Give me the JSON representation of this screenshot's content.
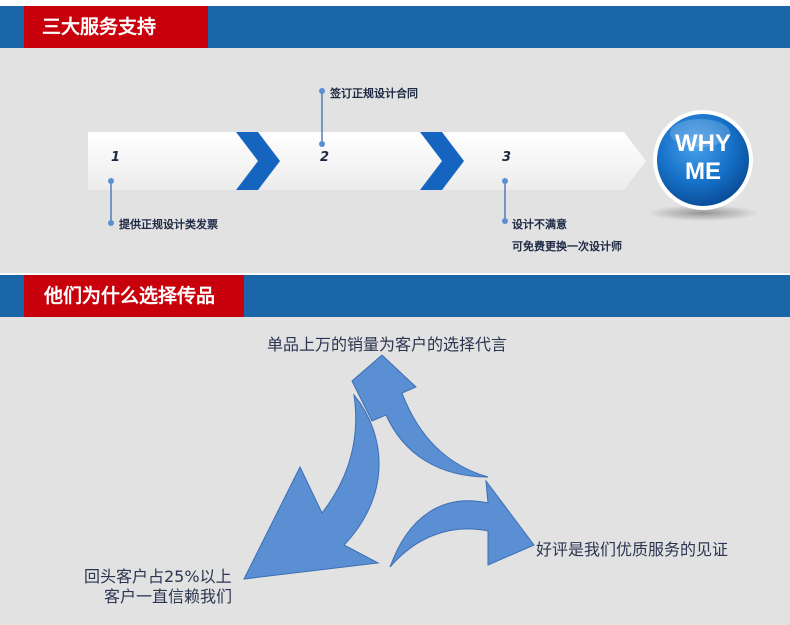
{
  "section1": {
    "title": "三大服务支持",
    "steps": [
      {
        "number": "1",
        "label": "提供正规设计类发票"
      },
      {
        "number": "2",
        "label": "签订正规设计合同"
      },
      {
        "number": "3",
        "label_line1": "设计不满意",
        "label_line2": "可免费更换一次设计师"
      }
    ],
    "badge_line1": "WHY",
    "badge_line2": "ME"
  },
  "section2": {
    "title": "他们为什么选择传品",
    "reasons": {
      "top": "单品上万的销量为客户的选择代言",
      "right": "好评是我们优质服务的见证",
      "left_line1": "回头客户占25%以上",
      "left_line2": "客户一直信赖我们"
    }
  },
  "colors": {
    "header_band": "#1a66a8",
    "header_tab": "#c8000b",
    "panel_bg": "#e2e2e2",
    "chevron_blue": "#1565c0",
    "arrow_blue": "#5b8fd4"
  },
  "icons": [
    "chevron-right-icon",
    "curved-arrow-icon"
  ]
}
